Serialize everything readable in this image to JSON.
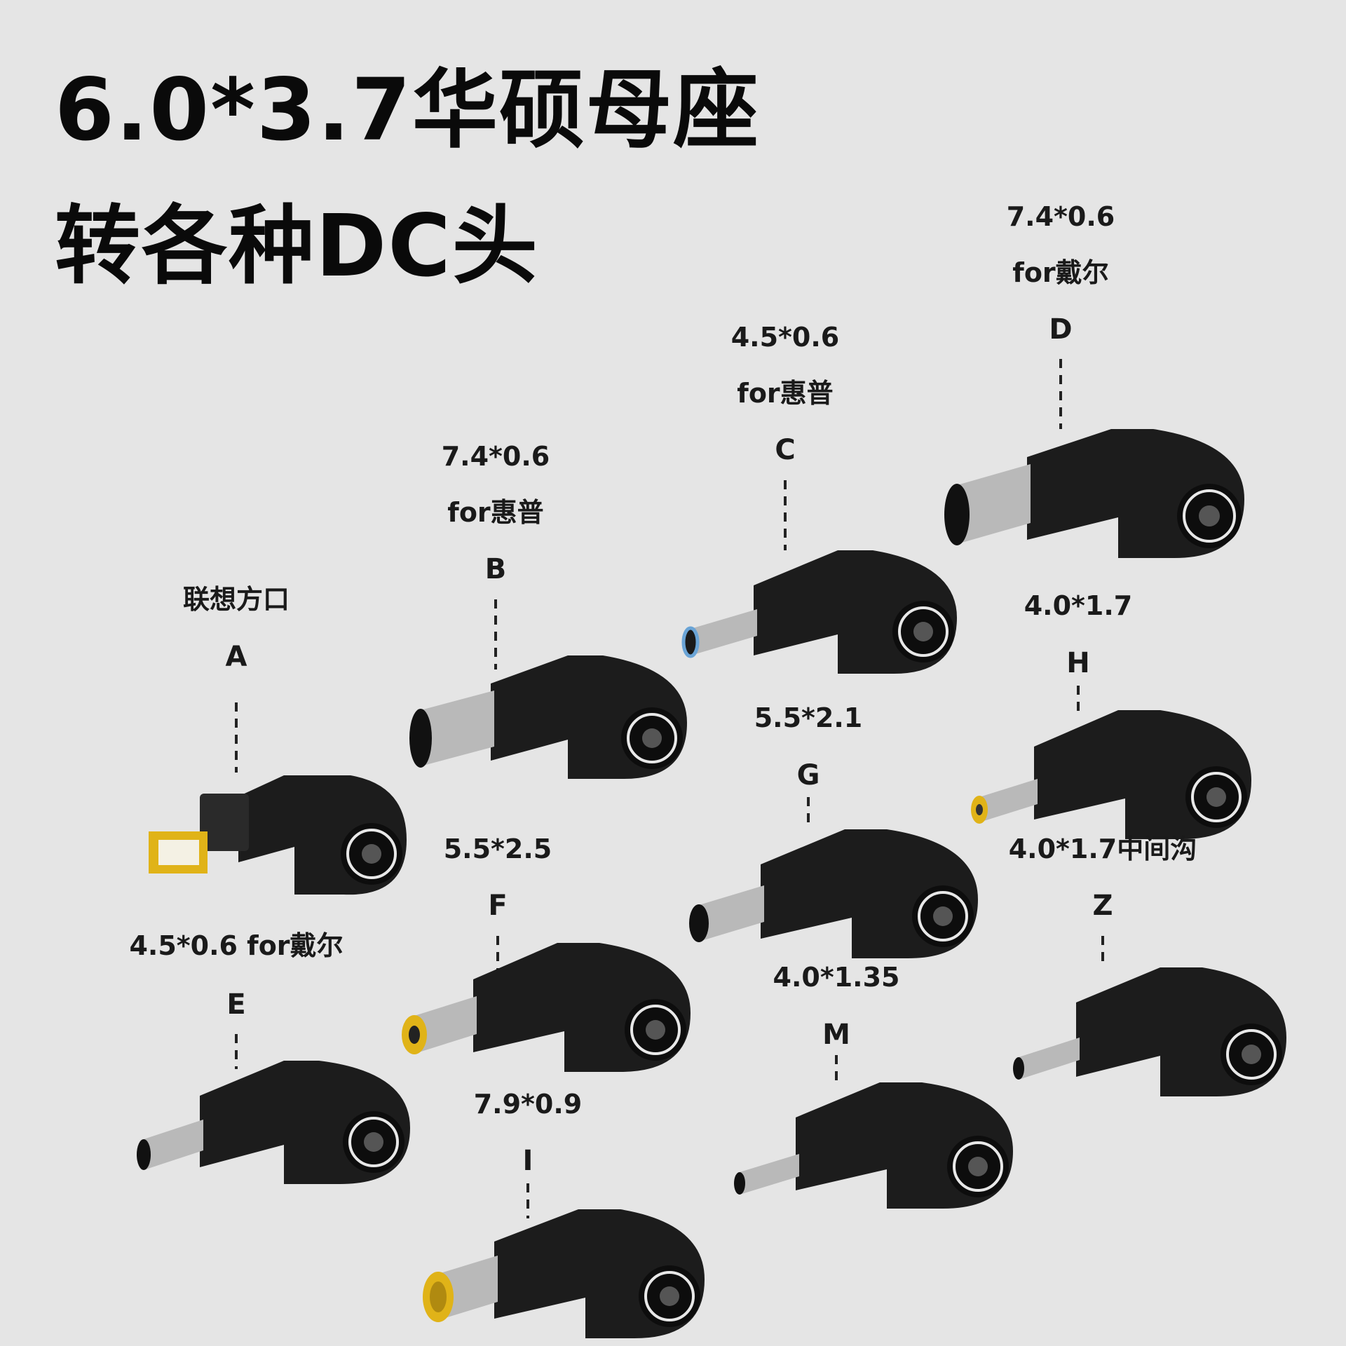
{
  "title": {
    "line1": "6.0*3.7华硕母座",
    "line2": "转各种DC头"
  },
  "connectors": [
    {
      "letter": "A",
      "lines": [
        "联想方口"
      ],
      "tip": "square"
    },
    {
      "letter": "B",
      "lines": [
        "7.4*0.6",
        "for惠普"
      ],
      "tip": "wide-black"
    },
    {
      "letter": "C",
      "lines": [
        "4.5*0.6",
        "for惠普"
      ],
      "tip": "blue"
    },
    {
      "letter": "D",
      "lines": [
        "7.4*0.6",
        "for戴尔"
      ],
      "tip": "wide-black"
    },
    {
      "letter": "E",
      "lines": [
        "4.5*0.6 for戴尔"
      ],
      "tip": "thin-black"
    },
    {
      "letter": "F",
      "lines": [
        "5.5*2.5"
      ],
      "tip": "yellow"
    },
    {
      "letter": "G",
      "lines": [
        "5.5*2.1"
      ],
      "tip": "black"
    },
    {
      "letter": "H",
      "lines": [
        "4.0*1.7"
      ],
      "tip": "yellow-thin"
    },
    {
      "letter": "I",
      "lines": [
        "7.9*0.9"
      ],
      "tip": "yellow-wide"
    },
    {
      "letter": "M",
      "lines": [
        "4.0*1.35"
      ],
      "tip": "thin-black"
    },
    {
      "letter": "Z",
      "lines": [
        "4.0*1.7中间沟"
      ],
      "tip": "thin-black"
    }
  ],
  "colors": {
    "background": "#e5e5e5",
    "body": "#1c1c1c",
    "metal": "#b9b9b9",
    "yellow": "#e0b318",
    "blue": "#6aa4d6"
  }
}
